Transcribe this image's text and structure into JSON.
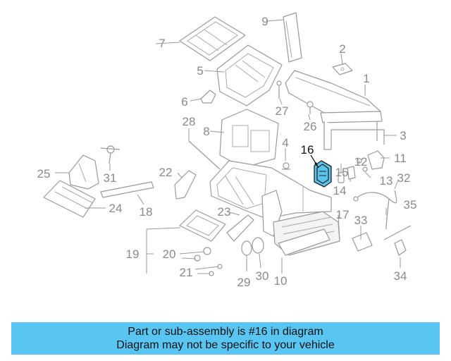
{
  "diagram": {
    "highlight_color": "#5bc4ec",
    "callout_color": "#8a8a8a",
    "highlighted_part": "16",
    "callouts": [
      "1",
      "2",
      "3",
      "4",
      "5",
      "6",
      "7",
      "8",
      "9",
      "10",
      "11",
      "12",
      "13",
      "14",
      "15",
      "16",
      "17",
      "18",
      "19",
      "20",
      "21",
      "22",
      "23",
      "24",
      "25",
      "26",
      "27",
      "28",
      "29",
      "30",
      "31",
      "32",
      "33",
      "34",
      "35"
    ]
  },
  "banner": {
    "background": "#59c5f3",
    "line1": "Part or sub-assembly is #16 in diagram",
    "line2": "Diagram may not be specific to your vehicle"
  }
}
